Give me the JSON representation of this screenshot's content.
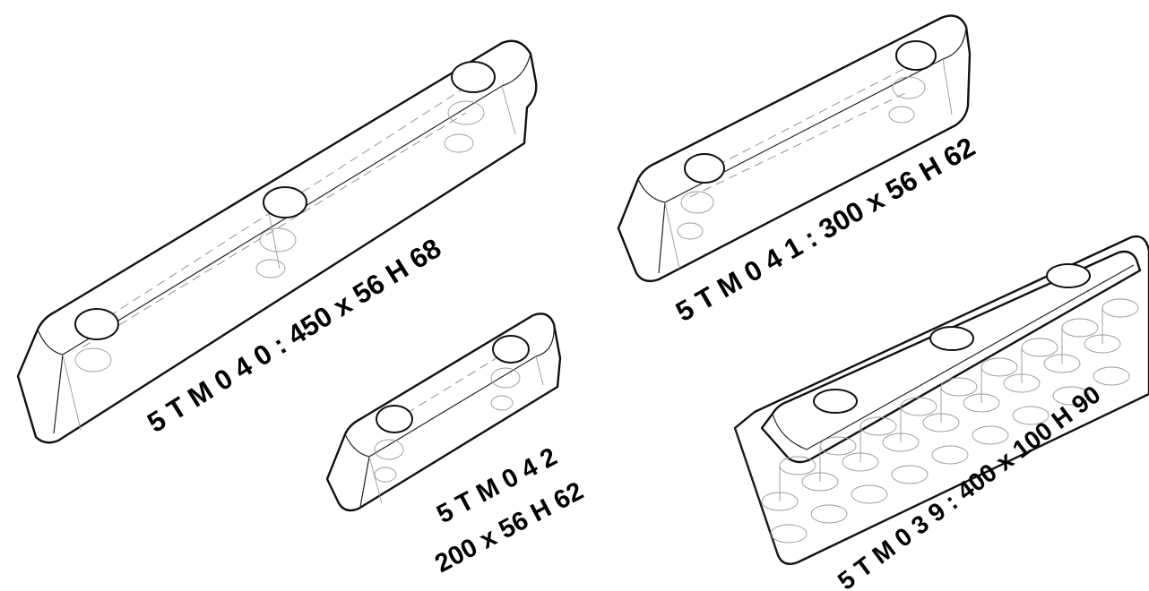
{
  "parts": [
    {
      "id": "5tm040",
      "label": "5 T M 0 4 0 : 450 x 56   H 68"
    },
    {
      "id": "5tm041",
      "label": "5 T M 0 4 1 :  300 x 56   H 62"
    },
    {
      "id": "5tm042",
      "label_line1": "5 T M 0 4 2",
      "label_line2": "200 x 56   H 62"
    },
    {
      "id": "5tm039",
      "label": "5 T M 0 3 9 : 400 x 100  H 90"
    }
  ]
}
